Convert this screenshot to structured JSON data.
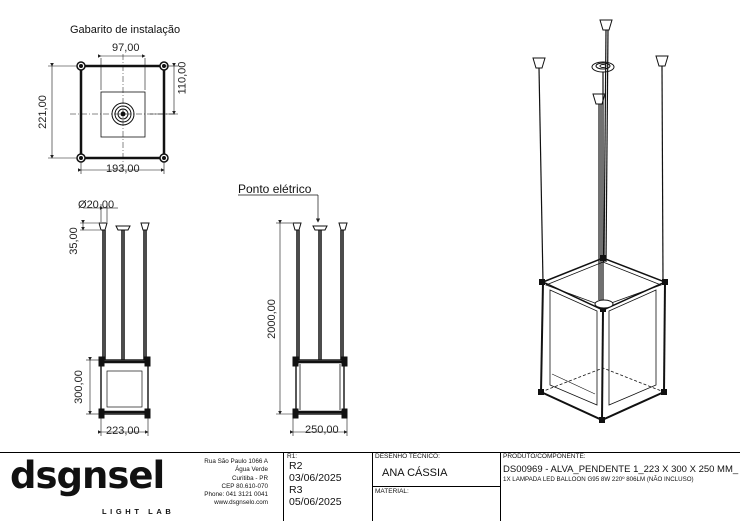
{
  "views": {
    "top_view_title": "Gabarito de instalação",
    "electrical_point_label": "Ponto elétrico"
  },
  "dimensions": {
    "top_inner": "97,00",
    "top_right_side": "110,00",
    "top_left_side": "221,00",
    "top_bottom": "193,00",
    "diameter": "20,00",
    "canopy_height": "35,00",
    "body_height_front": "300,00",
    "width_front": "223,00",
    "overall_height": "2000,00",
    "width_side": "250,00"
  },
  "title_block": {
    "logo_text": "dsgnsel",
    "logo_tagline": "LIGHT LAB",
    "address_lines": [
      "Rua São Paulo 1066 A",
      "Água Verde",
      "Curitiba - PR",
      "CEP 80.610-070",
      "Phone: 041 3121 0041",
      "www.dsgnselo.com"
    ],
    "rev_label": "R1:",
    "revisions": [
      {
        "code": "R2",
        "date": "03/06/2025"
      },
      {
        "code": "R3",
        "date": "05/06/2025"
      }
    ],
    "tech_drawing_label": "DESENHO TÉCNICO:",
    "tech_drawing_value": "ANA CÁSSIA",
    "material_label": "MATERIAL:",
    "product_label": "PRODUTO/COMPONENTE:",
    "product_value": "DS00969 - ALVA_PENDENTE 1_223 X 300 X 250 MM_",
    "product_note": "1X LAMPADA LED BALLOON G95 8W 220º 806LM (NÃO INCLUSO)"
  }
}
